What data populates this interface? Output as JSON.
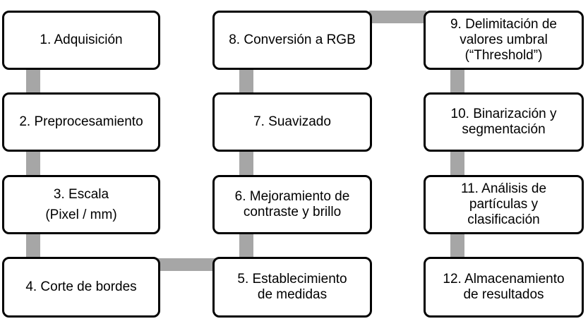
{
  "steps": [
    {
      "number": 1,
      "lines": [
        "1. Adquisición"
      ]
    },
    {
      "number": 2,
      "lines": [
        "2. Preprocesamiento"
      ]
    },
    {
      "number": 3,
      "lines": [
        "3. Escala",
        "(Pixel / mm)"
      ]
    },
    {
      "number": 4,
      "lines": [
        "4. Corte de bordes"
      ]
    },
    {
      "number": 5,
      "lines": [
        "5. Establecimiento",
        "de medidas"
      ]
    },
    {
      "number": 6,
      "lines": [
        "6. Mejoramiento de",
        "contraste y brillo"
      ]
    },
    {
      "number": 7,
      "lines": [
        "7. Suavizado"
      ]
    },
    {
      "number": 8,
      "lines": [
        "8. Conversión a RGB"
      ]
    },
    {
      "number": 9,
      "lines": [
        "9. Delimitación de",
        "valores umbral",
        "(“Threshold”)"
      ]
    },
    {
      "number": 10,
      "lines": [
        "10. Binarización y",
        "segmentación"
      ]
    },
    {
      "number": 11,
      "lines": [
        "11. Análisis de",
        "partículas y",
        "clasificación"
      ]
    },
    {
      "number": 12,
      "lines": [
        "12. Almacenamiento",
        "de resultados"
      ]
    }
  ],
  "colors": {
    "box_border": "#000000",
    "box_fill": "#ffffff",
    "connector": "#a6a6a6",
    "text": "#000000"
  }
}
